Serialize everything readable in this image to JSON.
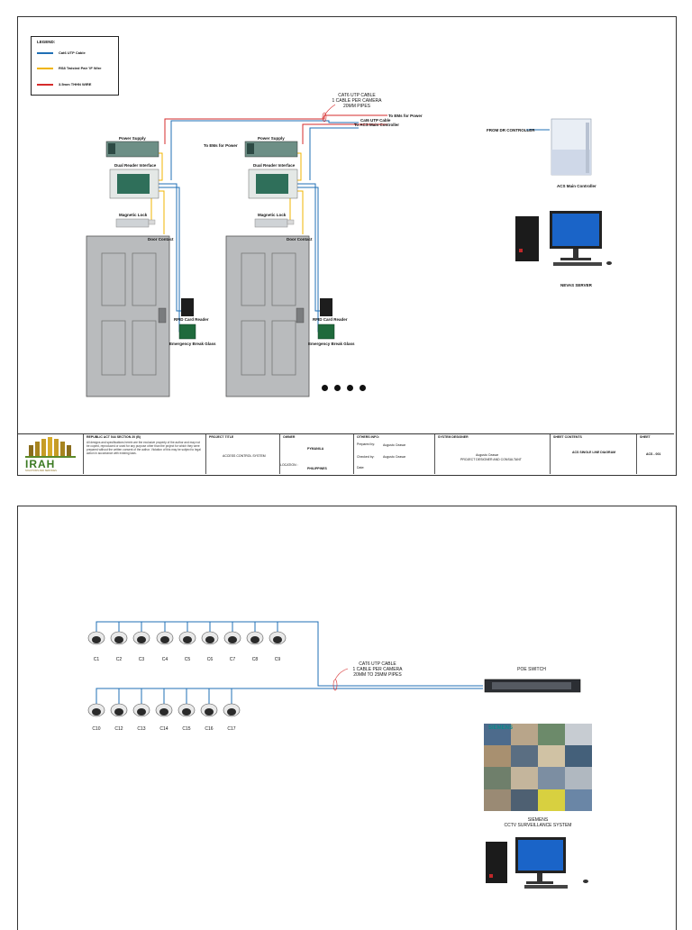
{
  "colors": {
    "utp": "#1f6fb5",
    "rs8": "#f0b400",
    "thhn": "#d62b2b",
    "frame": "#333333"
  },
  "sheet1": {
    "legend": {
      "title": "LEGEND:",
      "items": [
        {
          "label": "Cat6 UTP Cable",
          "color": "#1f6fb5"
        },
        {
          "label": "RS8 Twisted Pair 'IF Wire",
          "color": "#f0b400"
        },
        {
          "label": "3.5mm THHN WIRE",
          "color": "#d62b2b"
        }
      ]
    },
    "cable_note": {
      "line1": "CAT6 UTP CABLE",
      "line2": "1 CABLE PER CAMERA",
      "line3": "20MM PIPES"
    },
    "to_edm_top": "To EMs for Power",
    "to_acs_label1": "Cat6 UTP Cable",
    "to_acs_label2": "To ACS Main Controller",
    "to_edm_mid": "To EMs for Power",
    "door1": {
      "power_supply": "Power Supply",
      "reader_interface": "Dual Reader Interface",
      "mag_lock": "Magnetic Lock",
      "door_contact": "Door Contact",
      "card_reader": "RFID Card Reader",
      "break_glass": "Emergency Break Glass"
    },
    "door2": {
      "power_supply": "Power Supply",
      "reader_interface": "Dual Reader Interface",
      "mag_lock": "Magnetic Lock",
      "door_contact": "Door Contact",
      "card_reader": "RFID Card Reader",
      "break_glass": "Emergency Break Glass"
    },
    "controller_label": "FROM DR CONTROLLER",
    "acs_main": "ACS Main Controller",
    "server": "NEVAS SERVER",
    "title_block": {
      "logo_text": "IRAH",
      "logo_sub": "SOLUTIONS AND SERVICES",
      "law_header": "REPUBLIC ACT 544 SECTION 20 (B)",
      "law_text": "All designs and specifications herein are the exclusive property of the author and may not be copied, reproduced or used for any purpose other than the project for which they were prepared without the written consent of the author. Violation of this may be subject to legal action in accordance with existing laws.",
      "project_title_hdr": "PROJECT TITLE",
      "project_title": "ACCESS CONTROL SYSTEM",
      "owner_hdr": "OWNER",
      "owner": "PYMANILA",
      "location_hdr": "LOCATION :",
      "location": "PHILIPPINES",
      "others_hdr": "OTHERS INFO:",
      "prepared_label": "Prepared by:",
      "prepared_name": "Augusto Ceasar",
      "checked_label": "Checked by:",
      "checked_name": "Augusto Ceasar",
      "date_label": "Date:",
      "designer_hdr": "SYSTEM DESIGNER",
      "designer_name": "Augusto Ceasar",
      "designer_role": "PROJECT DESIGNER AND CONSULTANT",
      "sheet_contents_hdr": "SHEET CONTENTS",
      "sheet_contents": "ACS SINGLE LINE DIAGRAM",
      "sheet_hdr": "SHEET",
      "sheet_no": "ACS - 001"
    }
  },
  "sheet2": {
    "cameras_row1": [
      "C1",
      "C2",
      "C3",
      "C4",
      "C5",
      "C6",
      "C7",
      "C8",
      "C9"
    ],
    "cameras_row2": [
      "C10",
      "C12",
      "C13",
      "C14",
      "C15",
      "C16",
      "C17"
    ],
    "cable_note": {
      "line1": "CAT6 UTP CABLE",
      "line2": "1 CABLE PER CAMERA",
      "line3": "20MM TO 25MM PIPES"
    },
    "poe_switch": "POE SWITCH",
    "siemens_logo": "SIEMENS",
    "cctv_line1": "SIEMENS",
    "cctv_line2": "CCTV SURVEILLANCE SYSTEM"
  }
}
